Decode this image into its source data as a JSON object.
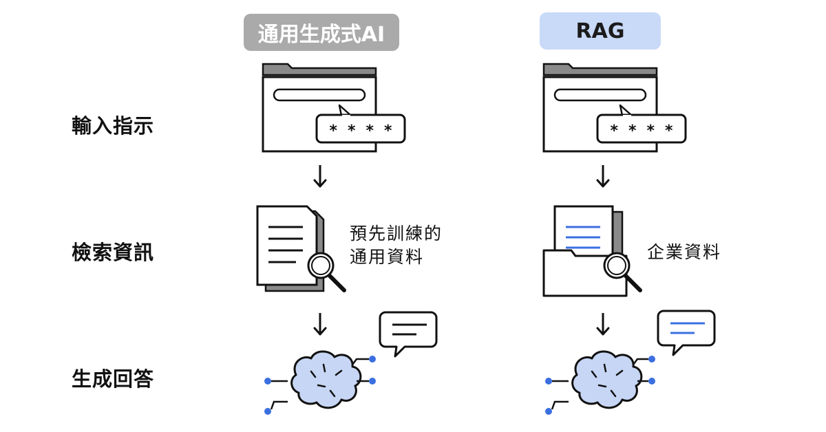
{
  "columns": {
    "generic": {
      "title": "通用生成式AI",
      "pill_color": "#aaaaaa",
      "text_color": "#ffffff"
    },
    "rag": {
      "title": "RAG",
      "pill_color": "#c9d9f8",
      "text_color": "#1b1b1b"
    }
  },
  "rows": {
    "input": "輸入指示",
    "retrieve": "檢索資訊",
    "generate": "生成回答"
  },
  "annotations": {
    "generic_line1": "預先訓練的",
    "generic_line2": "通用資料",
    "rag": "企業資料"
  },
  "prompt_mask": "* * * *",
  "colors": {
    "accent_blue": "#3b6fe0",
    "brain_fill": "#c7d6f5",
    "outline": "#111111",
    "gray_shadow": "#8a8a8a"
  }
}
